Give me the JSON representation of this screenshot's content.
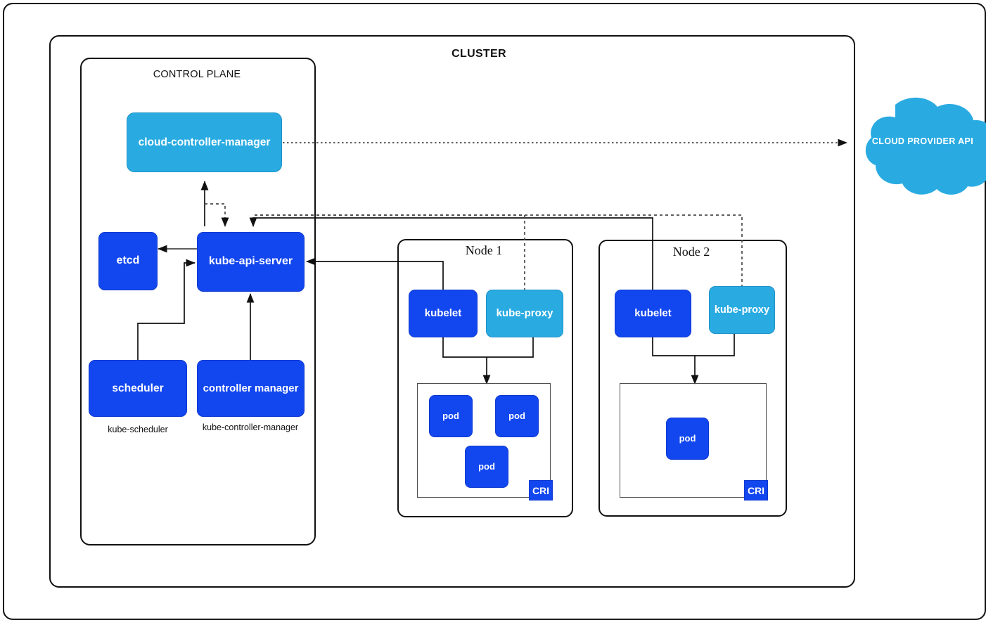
{
  "diagram": {
    "title": "CLUSTER",
    "control_plane_label": "CONTROL PLANE"
  },
  "control_plane": {
    "cloud_controller_manager": "cloud-controller-manager",
    "etcd": "etcd",
    "kube_api_server": "kube-api-server",
    "scheduler": "scheduler",
    "scheduler_caption": "kube-scheduler",
    "controller_manager": "controller manager",
    "controller_manager_caption": "kube-controller-manager"
  },
  "nodes": [
    {
      "title": "Node 1",
      "kubelet": "kubelet",
      "kube_proxy": "kube-proxy",
      "cri": "CRI",
      "pods": [
        "pod",
        "pod",
        "pod"
      ]
    },
    {
      "title": "Node 2",
      "kubelet": "kubelet",
      "kube_proxy": "kube-proxy",
      "cri": "CRI",
      "pods": [
        "pod"
      ]
    }
  ],
  "cloud": {
    "label": "CLOUD PROVIDER API"
  },
  "colors": {
    "dark_blue": "#1246ef",
    "light_blue": "#29abe2",
    "cloud_blue": "#29abe2",
    "line": "#111111",
    "frame": "#101010",
    "background": "#ffffff"
  },
  "icons": {
    "cloud": "cloud-shape-icon",
    "arrow": "arrow-head-icon"
  }
}
